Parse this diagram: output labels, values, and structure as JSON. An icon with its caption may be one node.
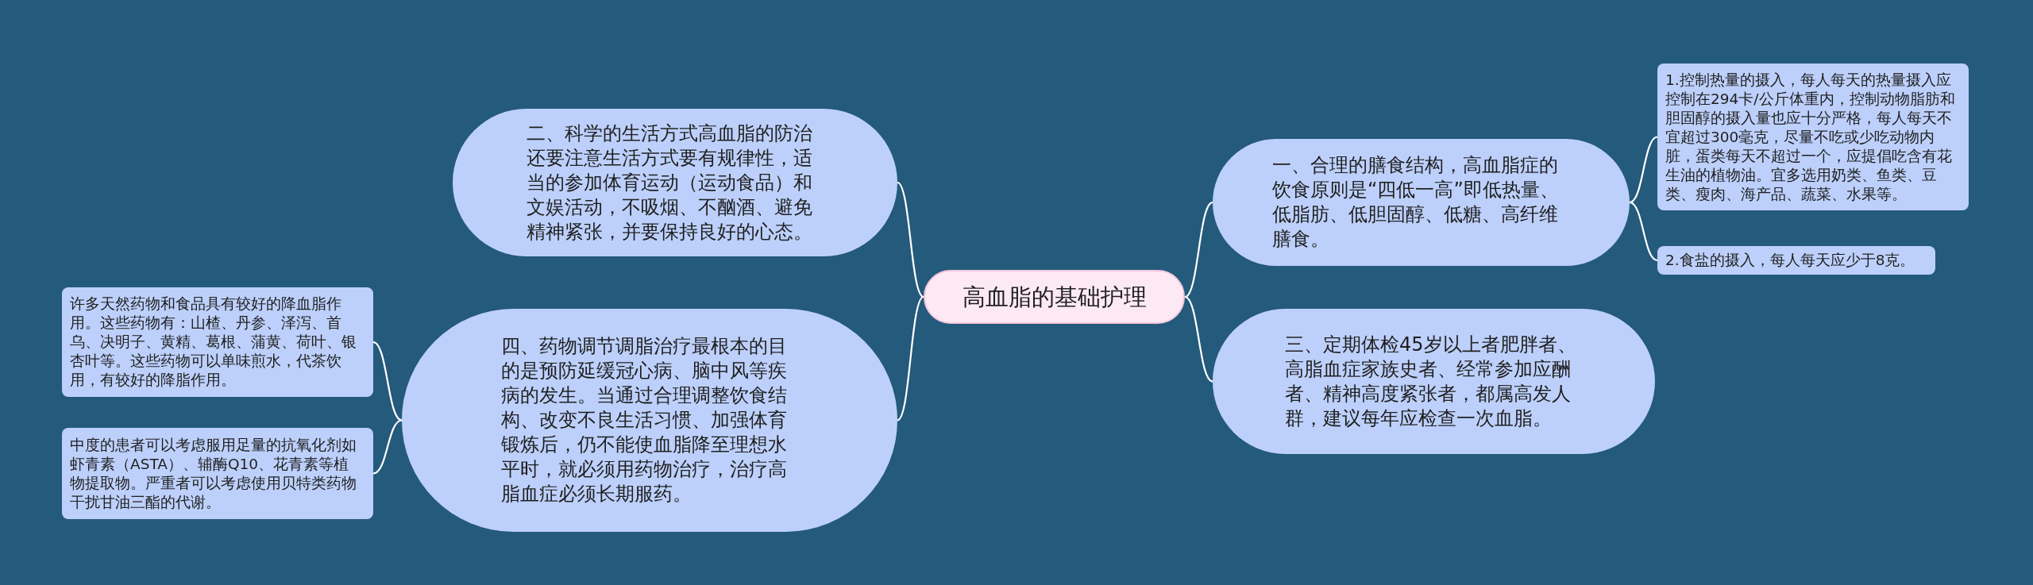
{
  "diagram": {
    "nodes": [
      {
        "text": [
          "高血脂的基础护理"
        ]
      },
      {
        "text": [
          "一、合理的膳食结构，高血脂症的饮食原则是“四低一高”即低热量、低脂肪、低胆固醇、低糖、高纤维膳食。"
        ]
      },
      {
        "text": [
          "1.控制热量的摄入，每人每天的热量摄入应控制在294卡/公斤体重内，控制动物脂肪和胆固醇的摄入量也应十分严格，每人每天不宜超过300毫克，尽量不吃或少吃动物内脏，蛋类每天不超过一个，应提倡吃含有花生油的植物油。宜多选用奶类、鱼类、豆类、瘦肉、海产品、蔬菜、水果等。"
        ]
      },
      {
        "text": [
          "2.食盐的摄入，每人每天应少于8克。"
        ]
      },
      {
        "text": [
          "二、科学的生活方式高血脂的防治还要注意生活方式要有规律性，适当的参加体育运动（运动食品）和文娱活动，不吸烟、不酗酒、避免精神紧张，并要保持良好的心态。"
        ]
      },
      {
        "text": [
          "三、定期体检45岁以上者肥胖者、高脂血症家族史者、经常参加应酬者、精神高度紧张者，都属高发人群，建议每年应检查一次血脂。"
        ]
      },
      {
        "text": [
          "四、药物调节调脂治疗最根本的目的是预防延缓冠心病、脑中风等疾病的发生。当通过合理调整饮食结构、改变不良生活习惯、加强体育锻炼后，仍不能使血脂降至理想水平时，就必须用药物治疗，治疗高脂血症必须长期服药。"
        ]
      },
      {
        "text": [
          "许多天然药物和食品具有较好的降血脂作用。这些药物有：山楂、丹参、泽泻、首乌、决明子、黄精、葛根、蒲黄、荷叶、银杏叶等。这些药物可以单味煎水，代茶饮用，有较好的降脂作用。"
        ]
      },
      {
        "text": [
          "中度的患者可以考虑服用足量的抗氧化剂如虾青素（ASTA）、辅酶Q10、花青素等植物提取物。严重者可以考虑使用贝特类药物干扰甘油三酯的代谢。"
        ]
      }
    ],
    "edges": [
      {
        "from": 0,
        "to": 1,
        "arrow": "none"
      },
      {
        "from": 1,
        "to": 2,
        "arrow": "none"
      },
      {
        "from": 1,
        "to": 3,
        "arrow": "none"
      },
      {
        "from": 0,
        "to": 4,
        "arrow": "none"
      },
      {
        "from": 0,
        "to": 5,
        "arrow": "none"
      },
      {
        "from": 0,
        "to": 6,
        "arrow": "none"
      },
      {
        "from": 6,
        "to": 7,
        "arrow": "none"
      },
      {
        "from": 6,
        "to": 8,
        "arrow": "none"
      }
    ]
  }
}
